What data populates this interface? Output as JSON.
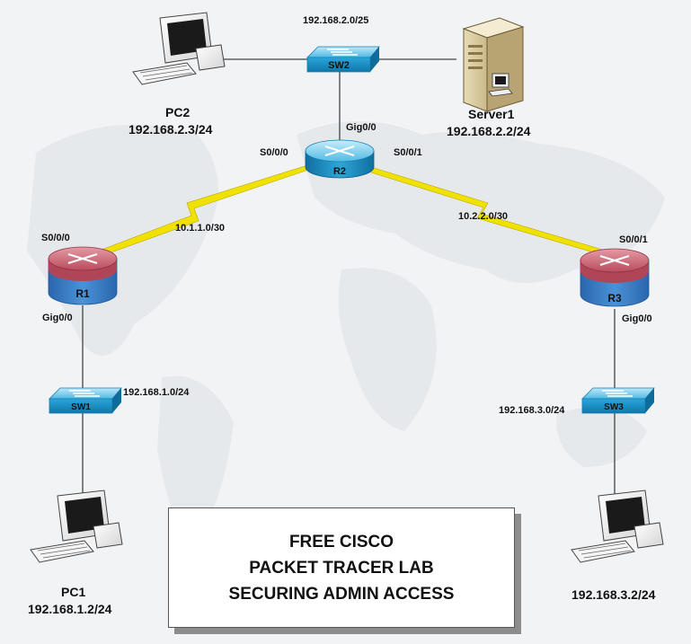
{
  "devices": {
    "pc2": {
      "name": "PC2",
      "ip": "192.168.2.3/24"
    },
    "server1": {
      "name": "Server1",
      "ip": "192.168.2.2/24"
    },
    "sw2": {
      "name": "SW2",
      "network": "192.168.2.0/25"
    },
    "r2": {
      "name": "R2",
      "gig": "Gig0/0",
      "s000": "S0/0/0",
      "s001": "S0/0/1"
    },
    "r1": {
      "name": "R1",
      "s000": "S0/0/0",
      "gig": "Gig0/0"
    },
    "r3": {
      "name": "R3",
      "s001": "S0/0/1",
      "gig": "Gig0/0"
    },
    "sw1": {
      "name": "SW1",
      "network": "192.168.1.0/24"
    },
    "sw3": {
      "name": "SW3",
      "network": "192.168.3.0/24"
    },
    "pc1": {
      "name": "PC1",
      "ip": "192.168.1.2/24"
    },
    "pc3": {
      "ip": "192.168.3.2/24"
    }
  },
  "links": {
    "r1_r2": "10.1.1.0/30",
    "r2_r3": "10.2.2.0/30"
  },
  "title": {
    "line1": "FREE CISCO",
    "line2": "PACKET TRACER LAB",
    "line3": "SECURING ADMIN ACCESS"
  },
  "colors": {
    "switch": "#29a3d6",
    "router_top": "#c85a6a",
    "router_body": "#2e77c0",
    "serial_link": "#f0e100"
  },
  "icons": [
    "pc-icon",
    "server-icon",
    "switch-icon",
    "router-icon"
  ]
}
